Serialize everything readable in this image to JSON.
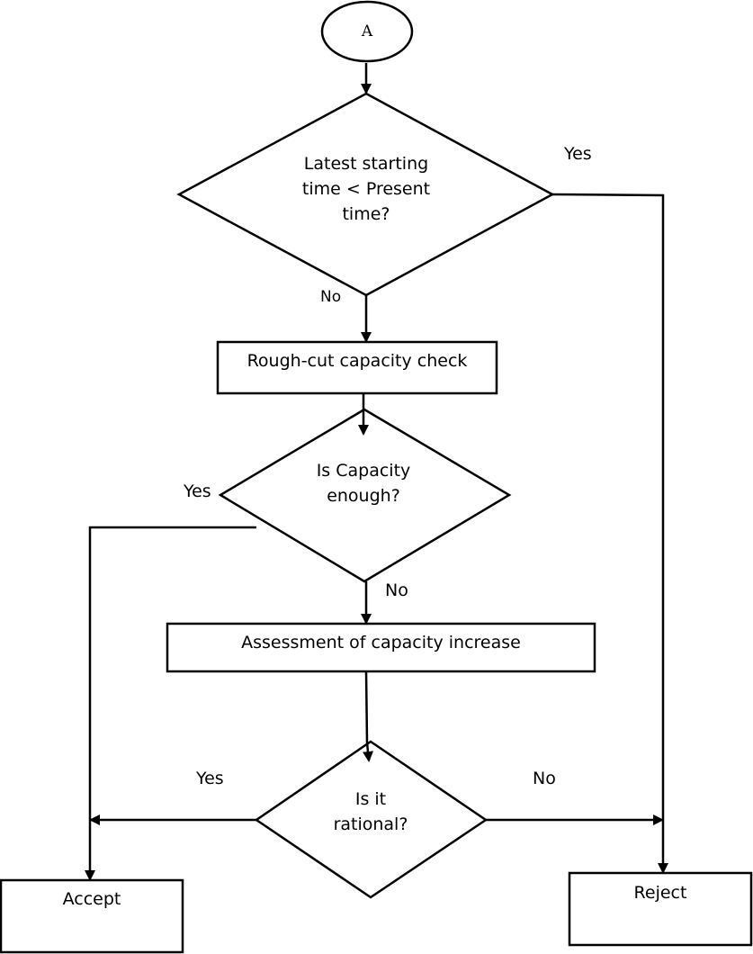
{
  "connector": {
    "label": "A"
  },
  "decision_start": {
    "line1": "Latest starting",
    "line2": "time < Present",
    "line3": "time?"
  },
  "process_rough": {
    "label": "Rough-cut capacity check"
  },
  "decision_capacity": {
    "line1": "Is Capacity",
    "line2": "enough?"
  },
  "process_assess": {
    "label": "Assessment of capacity increase"
  },
  "decision_rational": {
    "line1": "Is it",
    "line2": "rational?"
  },
  "terminal_accept": {
    "label": "Accept"
  },
  "terminal_reject": {
    "label": "Reject"
  },
  "edges": {
    "start_yes": "Yes",
    "start_no": "No",
    "capacity_yes": "Yes",
    "capacity_no": "No",
    "rational_yes": "Yes",
    "rational_no": "No"
  },
  "colors": {
    "stroke": "#000000",
    "fill": "#ffffff"
  }
}
